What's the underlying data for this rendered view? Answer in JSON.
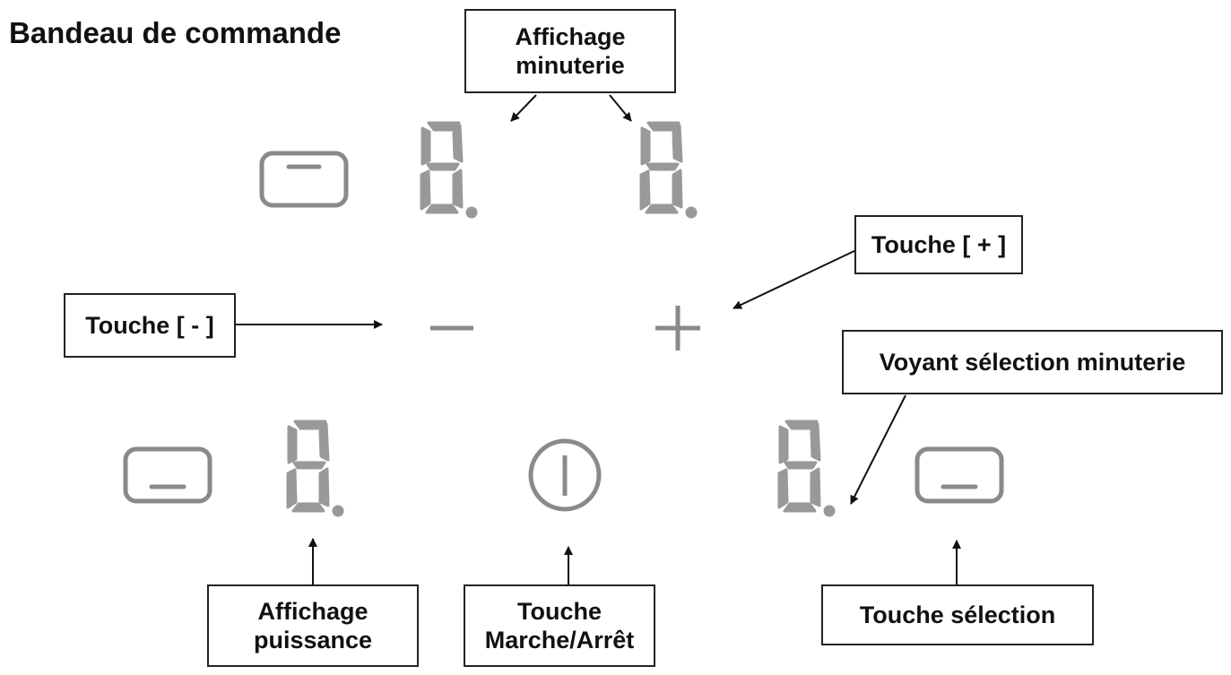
{
  "title": "Bandeau de commande",
  "labels": {
    "timer_display": [
      "Affichage",
      "minuterie"
    ],
    "plus_key": "Touche [ + ]",
    "minus_key": "Touche [ - ]",
    "timer_indicator": "Voyant sélection minuterie",
    "power_display": [
      "Affichage",
      "puissance"
    ],
    "on_off_key": [
      "Touche",
      "Marche/Arrêt"
    ],
    "select_key": "Touche sélection"
  },
  "colors": {
    "segment": "#999999",
    "control": "#8a8a8a",
    "text": "#111111",
    "arrow": "#111111"
  },
  "icons": {
    "selector": "rounded-rectangle-icon",
    "digit": "seven-segment-digit-icon",
    "minus": "minus-icon",
    "plus": "plus-icon",
    "power": "power-icon"
  }
}
